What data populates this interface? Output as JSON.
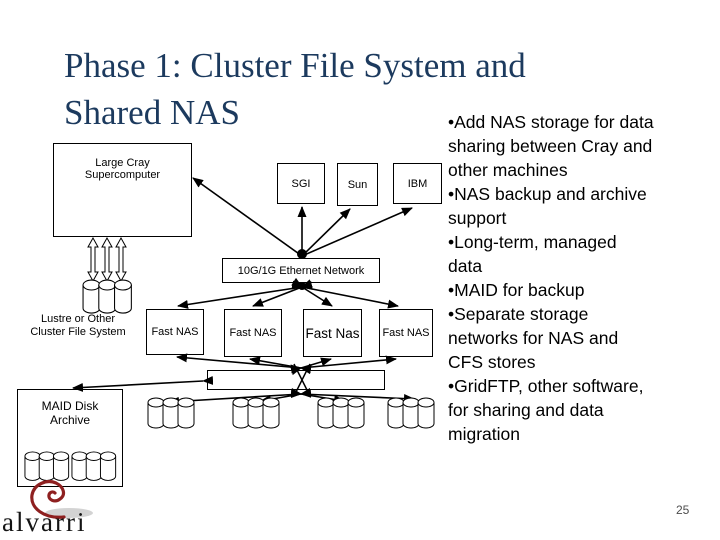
{
  "title": {
    "line1": "Phase 1: Cluster File System and",
    "line2": "Shared NAS"
  },
  "bullets": [
    "•Add NAS storage for data sharing between Cray and other machines",
    "•NAS backup and archive support",
    "•Long-term, managed data",
    "•MAID for backup",
    "•Separate storage networks for NAS and CFS stores",
    "•GridFTP, other software, for sharing and data migration"
  ],
  "diagram": {
    "cray_label": "Large Cray\nSupercomputer",
    "sgi_label": "SGI",
    "sun_label": "Sun",
    "ibm_label": "IBM",
    "ethernet_label": "10G/1G Ethernet Network",
    "nas1_label": "Fast NAS",
    "nas2_label": "Fast NAS",
    "nas3_label": "Fast Nas",
    "nas4_label": "Fast NAS",
    "lustre_label": "Lustre or Other\nCluster File System",
    "maid_label": "MAID Disk\nArchive"
  },
  "footer": {
    "logo_text": "alvarri",
    "page_number": "25"
  },
  "colors": {
    "title_navy": "#1c3a5e",
    "logo_red": "#8e2020",
    "shadow_gray": "#c0c0c0",
    "line_black": "#000000"
  }
}
